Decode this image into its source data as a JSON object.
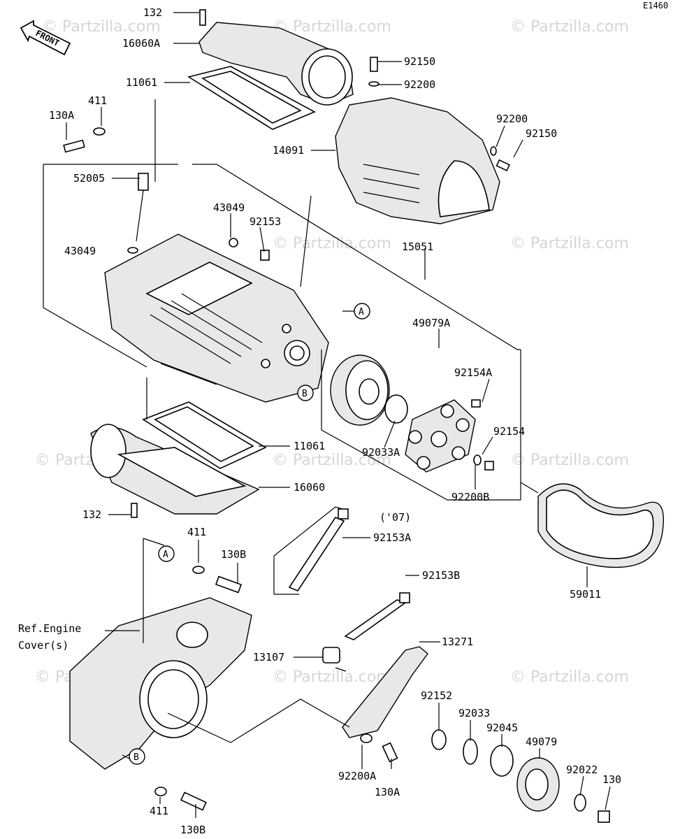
{
  "diagram_code": "E1460",
  "front_label": "FRONT",
  "watermark": "© Partzilla.com",
  "ref_note_line1": "Ref.Engine",
  "ref_note_line2": "Cover(s)",
  "year_note": "('07)",
  "callouts": {
    "A_top": "A",
    "B_top": "B",
    "A_bottom": "A",
    "B_bottom": "B"
  },
  "parts": {
    "p132_top": "132",
    "p16060A": "16060A",
    "p11061_top": "11061",
    "p411_top": "411",
    "p130A_top": "130A",
    "p52005": "52005",
    "p43049_left": "43049",
    "p43049_mid": "43049",
    "p92153": "92153",
    "p92150_top": "92150",
    "p92200_top": "92200",
    "p92200_right": "92200",
    "p92150_right": "92150",
    "p14091": "14091",
    "p15051": "15051",
    "p49079A": "49079A",
    "p92154A": "92154A",
    "p92154": "92154",
    "p92033A": "92033A",
    "p92200B": "92200B",
    "p11061_bottom": "11061",
    "p16060": "16060",
    "p132_bottom": "132",
    "p92153A": "92153A",
    "p92153B": "92153B",
    "p411_mid": "411",
    "p130B_mid": "130B",
    "p59011": "59011",
    "p13271": "13271",
    "p13107": "13107",
    "p92152": "92152",
    "p92033": "92033",
    "p92045": "92045",
    "p49079": "49079",
    "p92022": "92022",
    "p130": "130",
    "p92200A": "92200A",
    "p130A_bottom": "130A",
    "p411_bottom": "411",
    "p130B_bottom": "130B"
  }
}
